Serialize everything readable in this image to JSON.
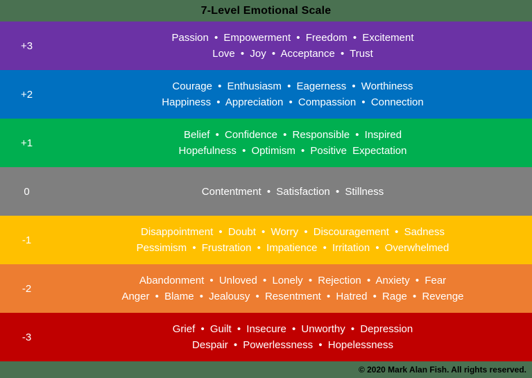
{
  "title": "7-Level Emotional Scale",
  "colors": {
    "background": "#4A7151",
    "title_text": "#000000",
    "band_text": "#FFFFFF",
    "copyright_text": "#000000"
  },
  "levels": [
    {
      "label": "+3",
      "color": "#6B32A5",
      "lines": [
        "Passion • Empowerment • Freedom • Excitement",
        "Love • Joy • Acceptance • Trust"
      ]
    },
    {
      "label": "+2",
      "color": "#0070C0",
      "lines": [
        "Courage • Enthusiasm • Eagerness • Worthiness",
        "Happiness • Appreciation • Compassion • Connection"
      ]
    },
    {
      "label": "+1",
      "color": "#00AF50",
      "lines": [
        "Belief • Confidence • Responsible • Inspired",
        "Hopefulness • Optimism • Positive Expectation"
      ]
    },
    {
      "label": "0",
      "color": "#7F7F7F",
      "lines": [
        "Contentment • Satisfaction • Stillness"
      ]
    },
    {
      "label": "-1",
      "color": "#FFC000",
      "lines": [
        "Disappointment • Doubt • Worry • Discouragement • Sadness",
        "Pessimism • Frustration • Impatience • Irritation • Overwhelmed"
      ]
    },
    {
      "label": "-2",
      "color": "#ED7D31",
      "lines": [
        "Abandonment • Unloved • Lonely • Rejection • Anxiety • Fear",
        "Anger • Blame • Jealousy • Resentment • Hatred • Rage • Revenge"
      ]
    },
    {
      "label": "-3",
      "color": "#C00000",
      "lines": [
        "Grief • Guilt • Insecure • Unworthy • Depression",
        "Despair • Powerlessness • Hopelessness"
      ]
    }
  ],
  "footer": {
    "copyright": "© 2020 Mark Alan Fish. All rights reserved."
  }
}
